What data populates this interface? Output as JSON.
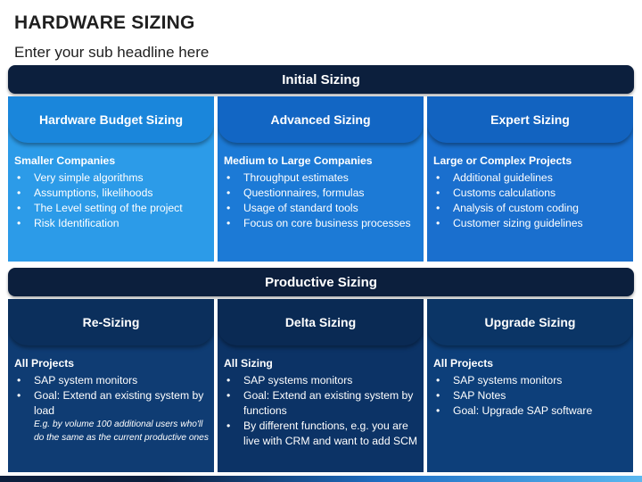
{
  "page": {
    "title": "HARDWARE SIZING",
    "subtitle": "Enter your sub headline here"
  },
  "sections": [
    {
      "heading": "Initial Sizing",
      "panels": [
        {
          "tab": "Hardware Budget Sizing",
          "lead": "Smaller Companies",
          "bullets": [
            "Very simple algorithms",
            "Assumptions, likelihoods",
            "The Level setting of the project",
            "Risk Identification"
          ]
        },
        {
          "tab": "Advanced Sizing",
          "lead": "Medium to Large Companies",
          "bullets": [
            "Throughput estimates",
            "Questionnaires, formulas",
            "Usage of standard tools",
            "Focus on core business processes"
          ]
        },
        {
          "tab": "Expert Sizing",
          "lead": "Large or Complex Projects",
          "bullets": [
            "Additional guidelines",
            "Customs calculations",
            "Analysis of custom coding",
            "Customer sizing guidelines"
          ]
        }
      ]
    },
    {
      "heading": "Productive Sizing",
      "panels": [
        {
          "tab": "Re-Sizing",
          "lead": "All Projects",
          "bullets": [
            "SAP system monitors",
            "Goal: Extend an existing system by load"
          ],
          "note": "E.g. by volume 100 additional users who'll do the same as the current productive ones"
        },
        {
          "tab": "Delta Sizing",
          "lead": "All Sizing",
          "bullets": [
            "SAP systems monitors",
            "Goal: Extend an existing system by functions",
            "By different functions, e.g. you are live with CRM and want to add SCM"
          ]
        },
        {
          "tab": "Upgrade Sizing",
          "lead": "All Projects",
          "bullets": [
            "SAP systems monitors",
            "SAP Notes",
            "Goal: Upgrade SAP software"
          ]
        }
      ]
    }
  ],
  "colors": {
    "band": "#0c1f3d",
    "initial_panels": [
      "#2c9be8",
      "#1c7ad6",
      "#1a6fce"
    ],
    "initial_tabs": [
      "#1a86db",
      "#1266c4",
      "#1263c0"
    ],
    "productive_panels": [
      "#0f3c73",
      "#0c3366",
      "#0d3f7a"
    ],
    "productive_tabs": [
      "#0b2f5c",
      "#0a2a54",
      "#0b3566"
    ]
  }
}
